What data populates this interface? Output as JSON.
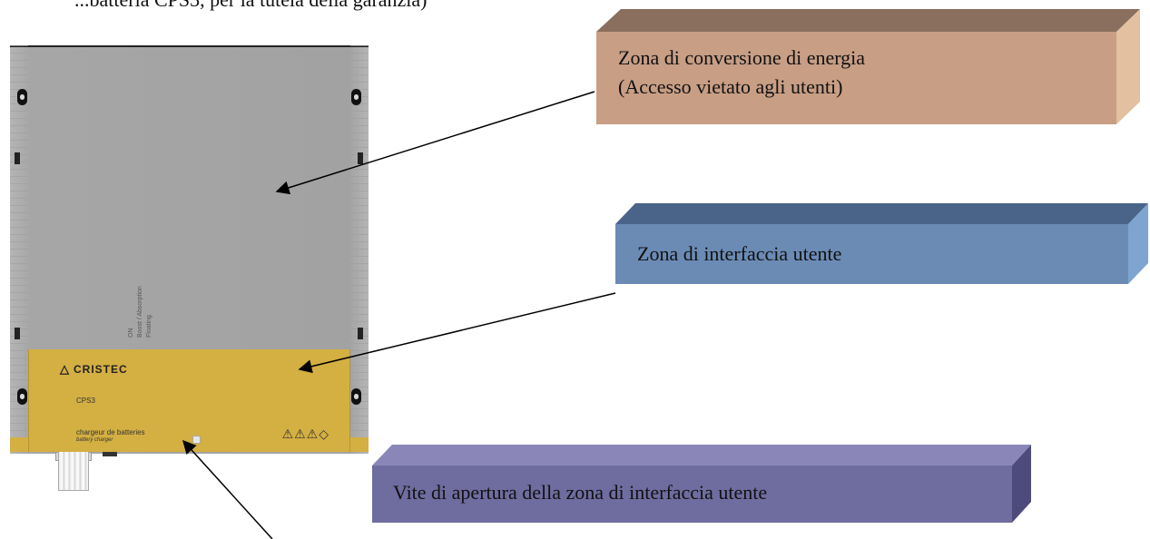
{
  "caption": "...batteria CPS3, per la tutela della garanzia)",
  "device": {
    "brand": "CRISTEC",
    "model": "CPS3",
    "description_fr": "chargeur de batteries",
    "description_en": "battery charger",
    "led_labels": [
      "ON",
      "Boost / Absorption",
      "Floating"
    ]
  },
  "callouts": [
    {
      "lines": [
        "Zona di conversione di energia",
        "(Accesso vietato agli utenti)"
      ],
      "color": "#c89e85"
    },
    {
      "lines": [
        "Zona di interfaccia utente"
      ],
      "color": "#6b8bb5"
    },
    {
      "lines": [
        "Vite di apertura della zona di interfaccia utente"
      ],
      "color": "#6f6ca0"
    }
  ]
}
